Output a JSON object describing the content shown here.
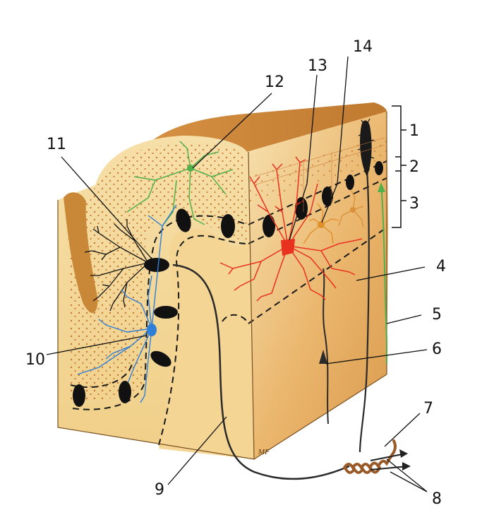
{
  "colors": {
    "background": "#ffffff",
    "tissue_light": "#f3d79a",
    "tissue_mid": "#e9b76a",
    "tissue_dark": "#c98a36",
    "stipple": "#c0681f",
    "black_cells": "#111111",
    "blue_cell": "#2f7fd6",
    "red_cell": "#e8321f",
    "orange_cell": "#e0902a",
    "green_cell": "#52b04a",
    "olive_cell": "#8aa060",
    "brown_fiber": "#9a5a28"
  },
  "labels": {
    "l1": "1",
    "l2": "2",
    "l3": "3",
    "l4": "4",
    "l5": "5",
    "l6": "6",
    "l7": "7",
    "l8": "8",
    "l9": "9",
    "l10": "10",
    "l11": "11",
    "l12": "12",
    "l13": "13",
    "l14": "14"
  },
  "signature": "MF"
}
